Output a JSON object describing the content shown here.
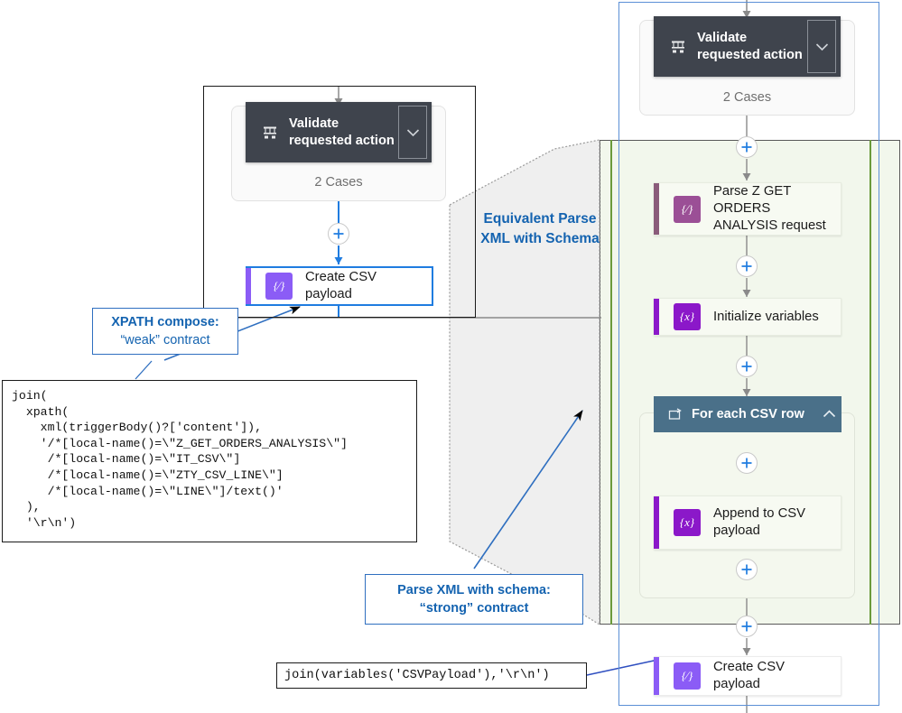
{
  "left_flow": {
    "scope": {
      "header_title": "Validate requested action",
      "header_icon": "switch-case-icon",
      "chevron_icon": "chevron-down-icon",
      "cases_label": "2 Cases"
    },
    "add_step_icon": "plus-icon",
    "create_csv": {
      "label": "Create CSV payload",
      "icon": "compose-icon",
      "icon_glyph": "{⁄}",
      "icon_color": "#8b5cf6",
      "bar_color": "#8b5cf6",
      "selected": true
    }
  },
  "right_flow": {
    "scope": {
      "header_title": "Validate requested action",
      "header_icon": "switch-case-icon",
      "chevron_icon": "chevron-down-icon",
      "cases_label": "2 Cases"
    },
    "add_step_icon": "plus-icon",
    "steps": [
      {
        "label": "Parse Z GET ORDERS ANALYSIS request",
        "icon": "parse-xml-icon",
        "icon_glyph": "{⁄}",
        "icon_color": "#9b4f96",
        "bar_color": "#8a5b7a"
      },
      {
        "label": "Initialize variables",
        "icon": "variables-icon",
        "icon_glyph": "{x}",
        "icon_color": "#8b18c9",
        "bar_color": "#8b18c9"
      }
    ],
    "foreach": {
      "header_title": "For each CSV row",
      "header_icon": "loop-icon",
      "chevron_icon": "chevron-up-icon",
      "child": {
        "label": "Append to CSV payload",
        "icon": "variables-icon",
        "icon_glyph": "{x}",
        "icon_color": "#8b18c9",
        "bar_color": "#8b18c9"
      }
    },
    "create_csv": {
      "label": "Create CSV payload",
      "icon": "compose-icon",
      "icon_glyph": "{⁄}",
      "icon_color": "#8b5cf6",
      "bar_color": "#8b5cf6"
    }
  },
  "annotations": {
    "equivalence": {
      "line1": "Equivalent Parse",
      "line2": "XML with Schema"
    },
    "weak_contract": {
      "line1": "XPATH compose:",
      "line2": "“weak” contract"
    },
    "strong_contract": {
      "line1": "Parse XML with schema:",
      "line2": "“strong” contract"
    }
  },
  "code": {
    "xpath_expression": "join(\n  xpath(\n    xml(triggerBody()?['content']),\n    '/*[local-name()=\\\"Z_GET_ORDERS_ANALYSIS\\\"]\n     /*[local-name()=\\\"IT_CSV\\\"]\n     /*[local-name()=\\\"ZTY_CSV_LINE\\\"]\n     /*[local-name()=\\\"LINE\\\"]/text()'\n  ),\n  '\\r\\n')",
    "join_expression": "join(variables('CSVPayload'),'\\r\\n')"
  },
  "colors": {
    "accent_blue": "#1463b0",
    "selection_blue": "#1f7ce0",
    "dark_header": "#3f444d",
    "loop_header": "#4a7089",
    "green_region": "#f2f7ec",
    "green_border": "#6a9a3a"
  }
}
